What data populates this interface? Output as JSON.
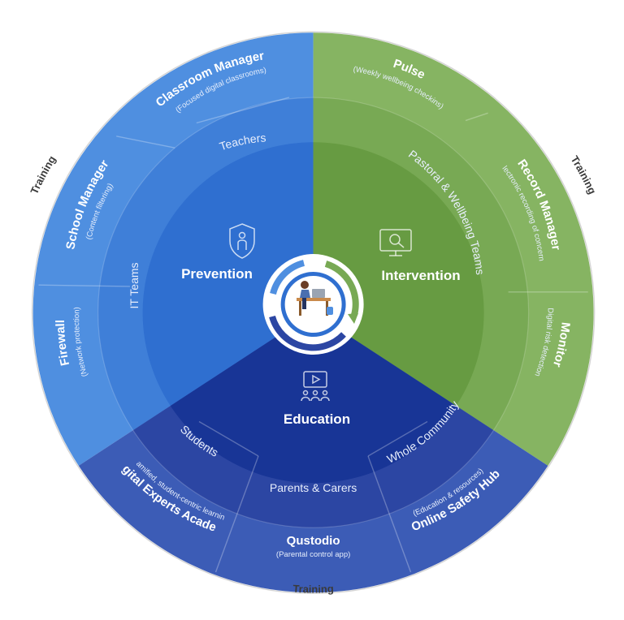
{
  "colors": {
    "prevention_outer": "#4f8fe0",
    "prevention_mid": "#3f7fd8",
    "prevention_inner": "#2f6fd0",
    "intervention_outer": "#86b462",
    "intervention_mid": "#78a954",
    "intervention_inner": "#679b42",
    "education_outer": "#3c5cb6",
    "education_mid": "#2c46a3",
    "education_inner": "#183596",
    "hub_ring": "#2c46a3",
    "hub_ring_green": "#78a954"
  },
  "pillars": {
    "prevention": "Prevention",
    "intervention": "Intervention",
    "education": "Education"
  },
  "pillar_icons": {
    "prevention": "shield-person-icon",
    "intervention": "monitor-search-icon",
    "education": "video-audience-icon"
  },
  "audiences": {
    "teachers": "Teachers",
    "it_teams": "IT Teams",
    "pastoral": "Pastoral & Wellbeing Teams",
    "students": "Students",
    "parents": "Parents & Carers",
    "community": "Whole Community"
  },
  "products": {
    "classroom_manager": {
      "name": "Classroom Manager",
      "desc": "(Focused digital classrooms)"
    },
    "school_manager": {
      "name": "School Manager",
      "desc": "(Content filtering)"
    },
    "firewall": {
      "name": "Firewall",
      "desc": "(Network protection)"
    },
    "pulse": {
      "name": "Pulse",
      "desc": "(Weekly wellbeing checkins)"
    },
    "record_manager": {
      "name": "Record Manager",
      "desc": "(Electronic recording of concerns)"
    },
    "monitor": {
      "name": "Monitor",
      "desc": "(Digital risk detection)"
    },
    "digital_experts": {
      "name": "Digital Experts Academy",
      "desc": "(Gamified, student-centric learning)"
    },
    "qustodio": {
      "name": "Qustodio",
      "desc": "(Parental control app)"
    },
    "online_safety_hub": {
      "name": "Online Safety Hub",
      "desc": "(Education & resources)"
    }
  },
  "training": {
    "left": "Training",
    "right": "Training",
    "bottom": "Training"
  },
  "center": {
    "illustration": "student-at-laptop-illustration"
  }
}
